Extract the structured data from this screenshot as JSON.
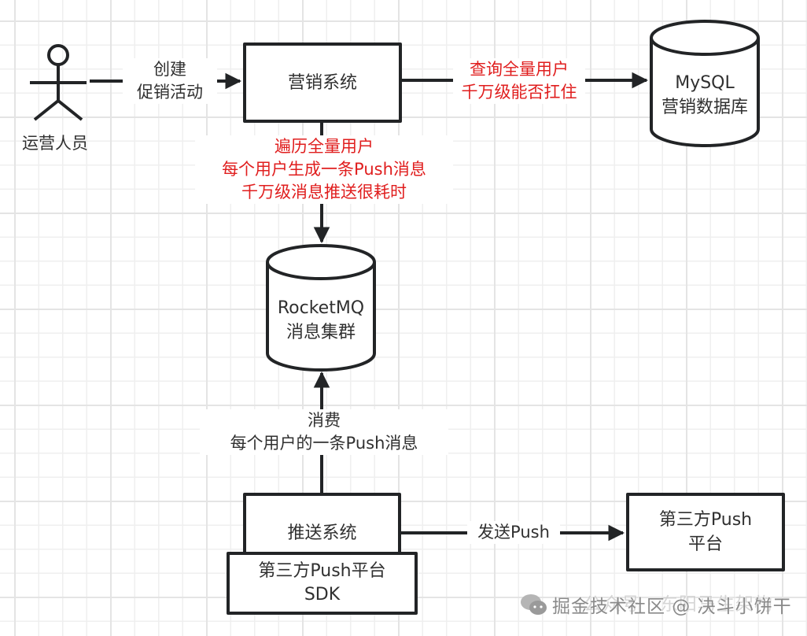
{
  "diagram": {
    "title": "",
    "actor": {
      "label": "运营人员",
      "icon": "stick-figure-icon"
    },
    "nodes": {
      "marketing_system": {
        "label": "营销系统",
        "shape": "rectangle"
      },
      "mysql": {
        "label": "MySQL\n营销数据库",
        "shape": "cylinder"
      },
      "rocketmq": {
        "label": "RocketMQ\n消息集群",
        "shape": "cylinder"
      },
      "push_system": {
        "label": "推送系统",
        "shape": "rectangle"
      },
      "push_sdk": {
        "label": "第三方Push平台\nSDK",
        "shape": "rectangle"
      },
      "third_party_push": {
        "label": "第三方Push\n平台",
        "shape": "rectangle"
      }
    },
    "edges": [
      {
        "id": "create_campaign",
        "from": "actor",
        "to": "marketing_system",
        "label": "创建\n促销活动",
        "color": "#303030"
      },
      {
        "id": "query_users",
        "from": "marketing_system",
        "to": "mysql",
        "label": "查询全量用户\n千万级能否扛住",
        "color": "#e01e1e"
      },
      {
        "id": "generate_messages",
        "from": "marketing_system",
        "to": "rocketmq",
        "label": "遍历全量用户\n每个用户生成一条Push消息\n千万级消息推送很耗时",
        "color": "#e01e1e"
      },
      {
        "id": "consume_messages",
        "from": "push_system",
        "to": "rocketmq",
        "label": "消费\n每个用户的一条Push消息",
        "color": "#303030"
      },
      {
        "id": "send_push",
        "from": "push_system",
        "to": "third_party_push",
        "label": "发送Push",
        "color": "#303030"
      }
    ],
    "colors": {
      "stroke": "#222426",
      "text": "#303030",
      "warning_text": "#e01e1e",
      "grid_minor": "#efefef",
      "grid_major": "#e4e4e4",
      "background": "#ffffff"
    }
  },
  "watermark": {
    "icon": "wechat-icon",
    "primary": "掘金技术社区 @ 决斗小饼干",
    "secondary": "公众号 · 东阳马生架构"
  }
}
